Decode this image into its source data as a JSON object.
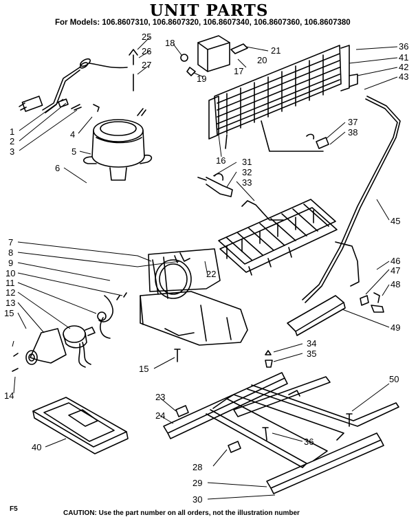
{
  "header": {
    "title": "UNIT PARTS",
    "models": "For Models: 106.8607310, 106.8607320, 106.8607340, 106.8607360, 106.8607380"
  },
  "footer": {
    "code": "F5",
    "caution": "CAUTION: Use the part number on all orders, not the illustration number"
  },
  "callouts": [
    "1",
    "2",
    "3",
    "4",
    "5",
    "6",
    "7",
    "8",
    "9",
    "10",
    "11",
    "12",
    "13",
    "14",
    "15",
    "15",
    "16",
    "17",
    "18",
    "19",
    "20",
    "21",
    "22",
    "23",
    "24",
    "25",
    "26",
    "27",
    "28",
    "29",
    "30",
    "31",
    "32",
    "33",
    "34",
    "35",
    "36",
    "36",
    "37",
    "38",
    "40",
    "41",
    "42",
    "43",
    "45",
    "46",
    "47",
    "48",
    "49",
    "50"
  ]
}
